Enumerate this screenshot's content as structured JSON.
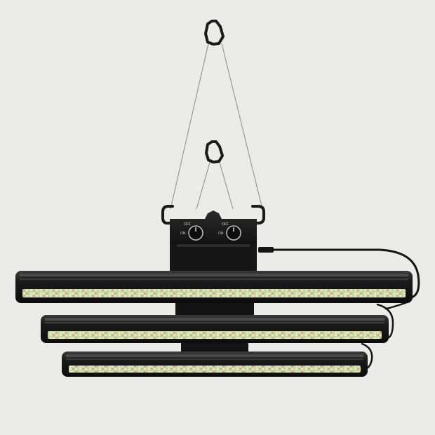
{
  "product": {
    "knob_left_labels": {
      "off": "OFF",
      "on": "ON"
    },
    "knob_right_labels": {
      "off": "OFF",
      "on": "ON"
    }
  },
  "colors": {
    "background": "#ebebea",
    "fixture_body": "#1c1c1c",
    "bar_frame": "#2a2a2a",
    "led_green": "#b9c98a",
    "led_red": "#d98a8a",
    "hanging_wire": "#8a8a8a",
    "power_cord": "#151515"
  },
  "icons": [
    "carabiner-icon",
    "dimmer-knob-icon",
    "hanger-hook-icon"
  ]
}
